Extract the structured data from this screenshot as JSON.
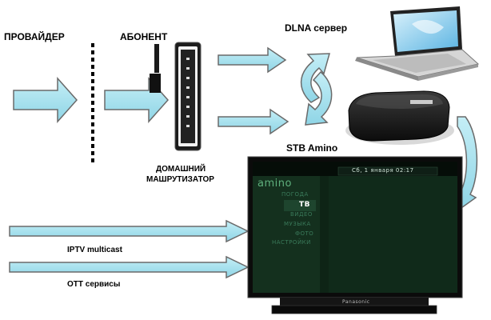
{
  "labels": {
    "provider": "ПРОВАЙДЕР",
    "subscriber": "АБОНЕНТ",
    "dlna": "DLNA сервер",
    "stb": "STB Amino",
    "router_line1": "ДОМАШНИЙ",
    "router_line2": "МАШРУТИЗАТОР",
    "iptv": "IPTV multicast",
    "ott": "OTT сервисы"
  },
  "tv": {
    "logo": "amino",
    "datetime": "Сб, 1 января 02:17",
    "menu": [
      "ПОГОДА",
      "ТВ",
      "ВИДЕО",
      "МУЗЫКА",
      "ФОТО",
      "НАСТРОЙКИ"
    ],
    "brand": "Panasonic"
  },
  "colors": {
    "arrow_fill": "#a9e4ef",
    "arrow_stroke": "#6a6a6a",
    "screen_bg": "#0e2416",
    "menu_text": "#3a7a5a",
    "menu_selected": "#ffffff"
  }
}
